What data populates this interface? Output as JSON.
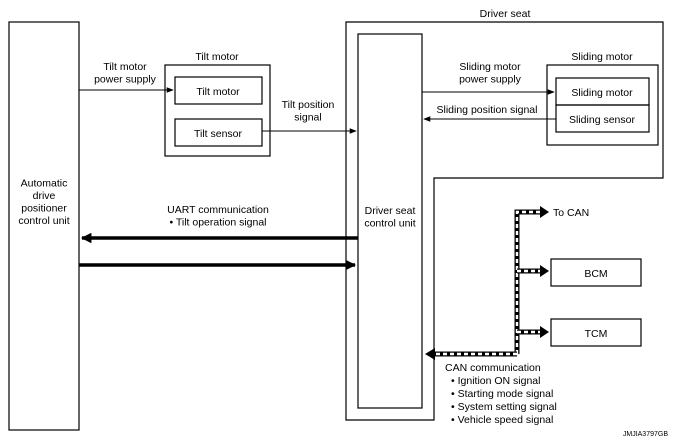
{
  "blocks": {
    "left_unit": "Automatic|drive|positioner|control unit",
    "tilt_group": "Tilt motor",
    "tilt_motor": "Tilt motor",
    "tilt_sensor": "Tilt sensor",
    "driver_seat_group": "Driver seat",
    "driver_seat_unit": "Driver seat|control unit",
    "sliding_group": "Sliding motor",
    "sliding_motor": "Sliding motor",
    "sliding_sensor": "Sliding sensor",
    "bcm": "BCM",
    "tcm": "TCM"
  },
  "signals": {
    "tilt_motor_power": "Tilt motor|power supply",
    "tilt_position": "Tilt position|signal",
    "sliding_motor_power": "Sliding motor|power supply",
    "sliding_position": "Sliding position signal",
    "uart": "UART communication|• Tilt operation signal",
    "to_can": "To CAN",
    "can_title": "CAN communication",
    "can_items": [
      "• Ignition ON signal",
      "• Starting mode signal",
      "• System setting signal",
      "• Vehicle speed signal"
    ]
  },
  "figure_id": "JMJIA3797GB"
}
